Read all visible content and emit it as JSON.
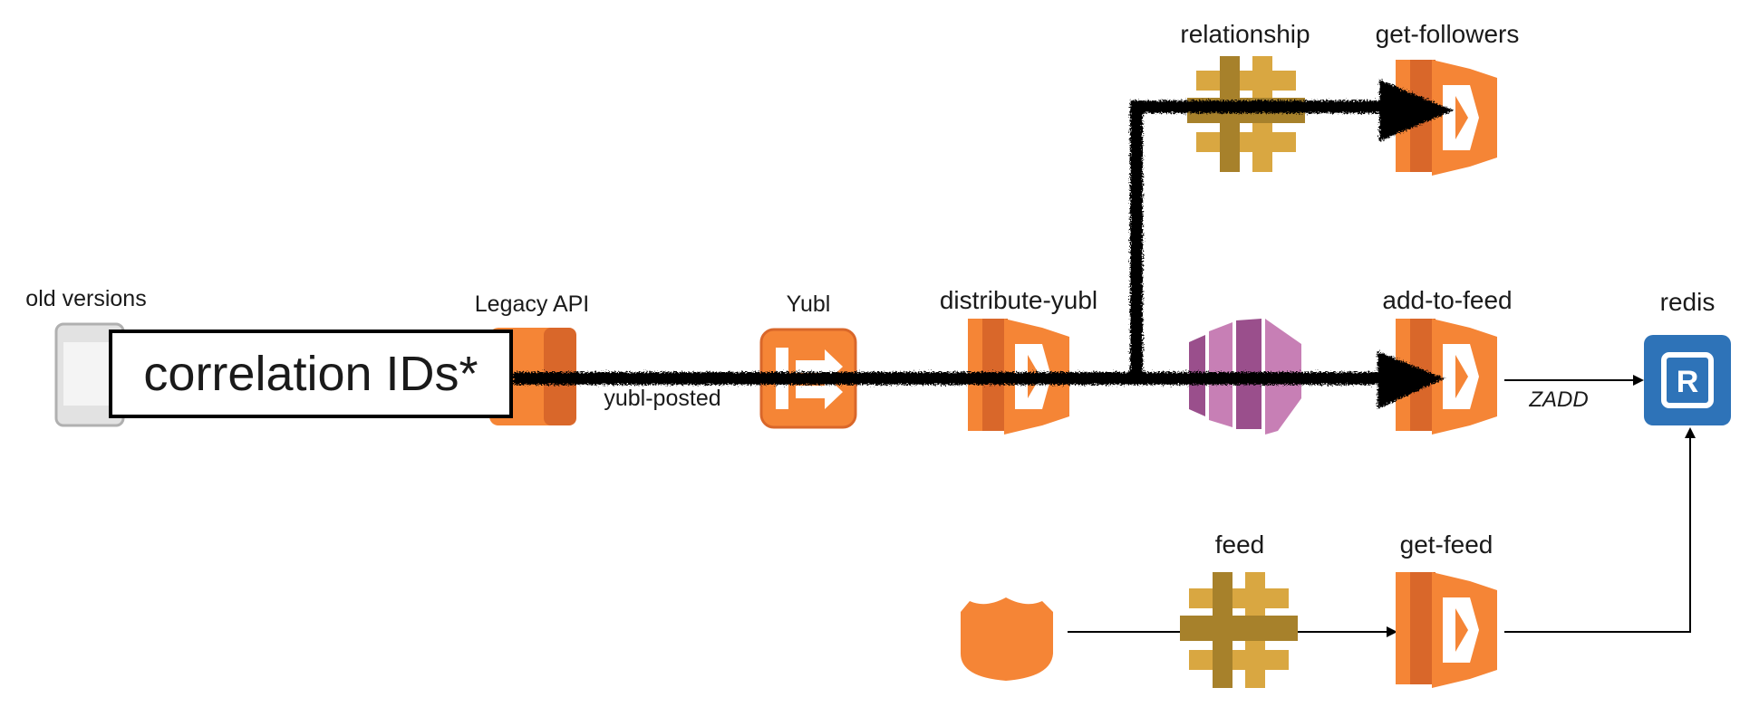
{
  "labels": {
    "old_versions": "old versions",
    "legacy_api": "Legacy API",
    "yubl": "Yubl",
    "yubl_posted": "yubl-posted",
    "distribute_yubl": "distribute-yubl",
    "relationship": "relationship",
    "get_followers": "get-followers",
    "add_to_feed": "add-to-feed",
    "redis": "redis",
    "zadd": "ZADD",
    "feed": "feed",
    "get_feed": "get-feed"
  },
  "overlay_text": "correlation IDs*",
  "colors": {
    "lambda": "#F58536",
    "lambda_dark": "#D9672A",
    "api_gateway": "#D9A741",
    "api_gateway_dark": "#A7812B",
    "kinesis": "#C77FB5",
    "kinesis_dark": "#9A4F8C",
    "redis": "#2E73B8",
    "sns": "#F58536",
    "device": "#D5D5D5"
  },
  "icons": {
    "device": "mobile-device-icon",
    "lambda": "lambda-function-icon",
    "api_gateway": "api-gateway-icon",
    "kinesis": "kinesis-stream-icon",
    "sns": "sns-topic-icon",
    "redis": "redis-icon",
    "shield": "client-shield-icon"
  }
}
